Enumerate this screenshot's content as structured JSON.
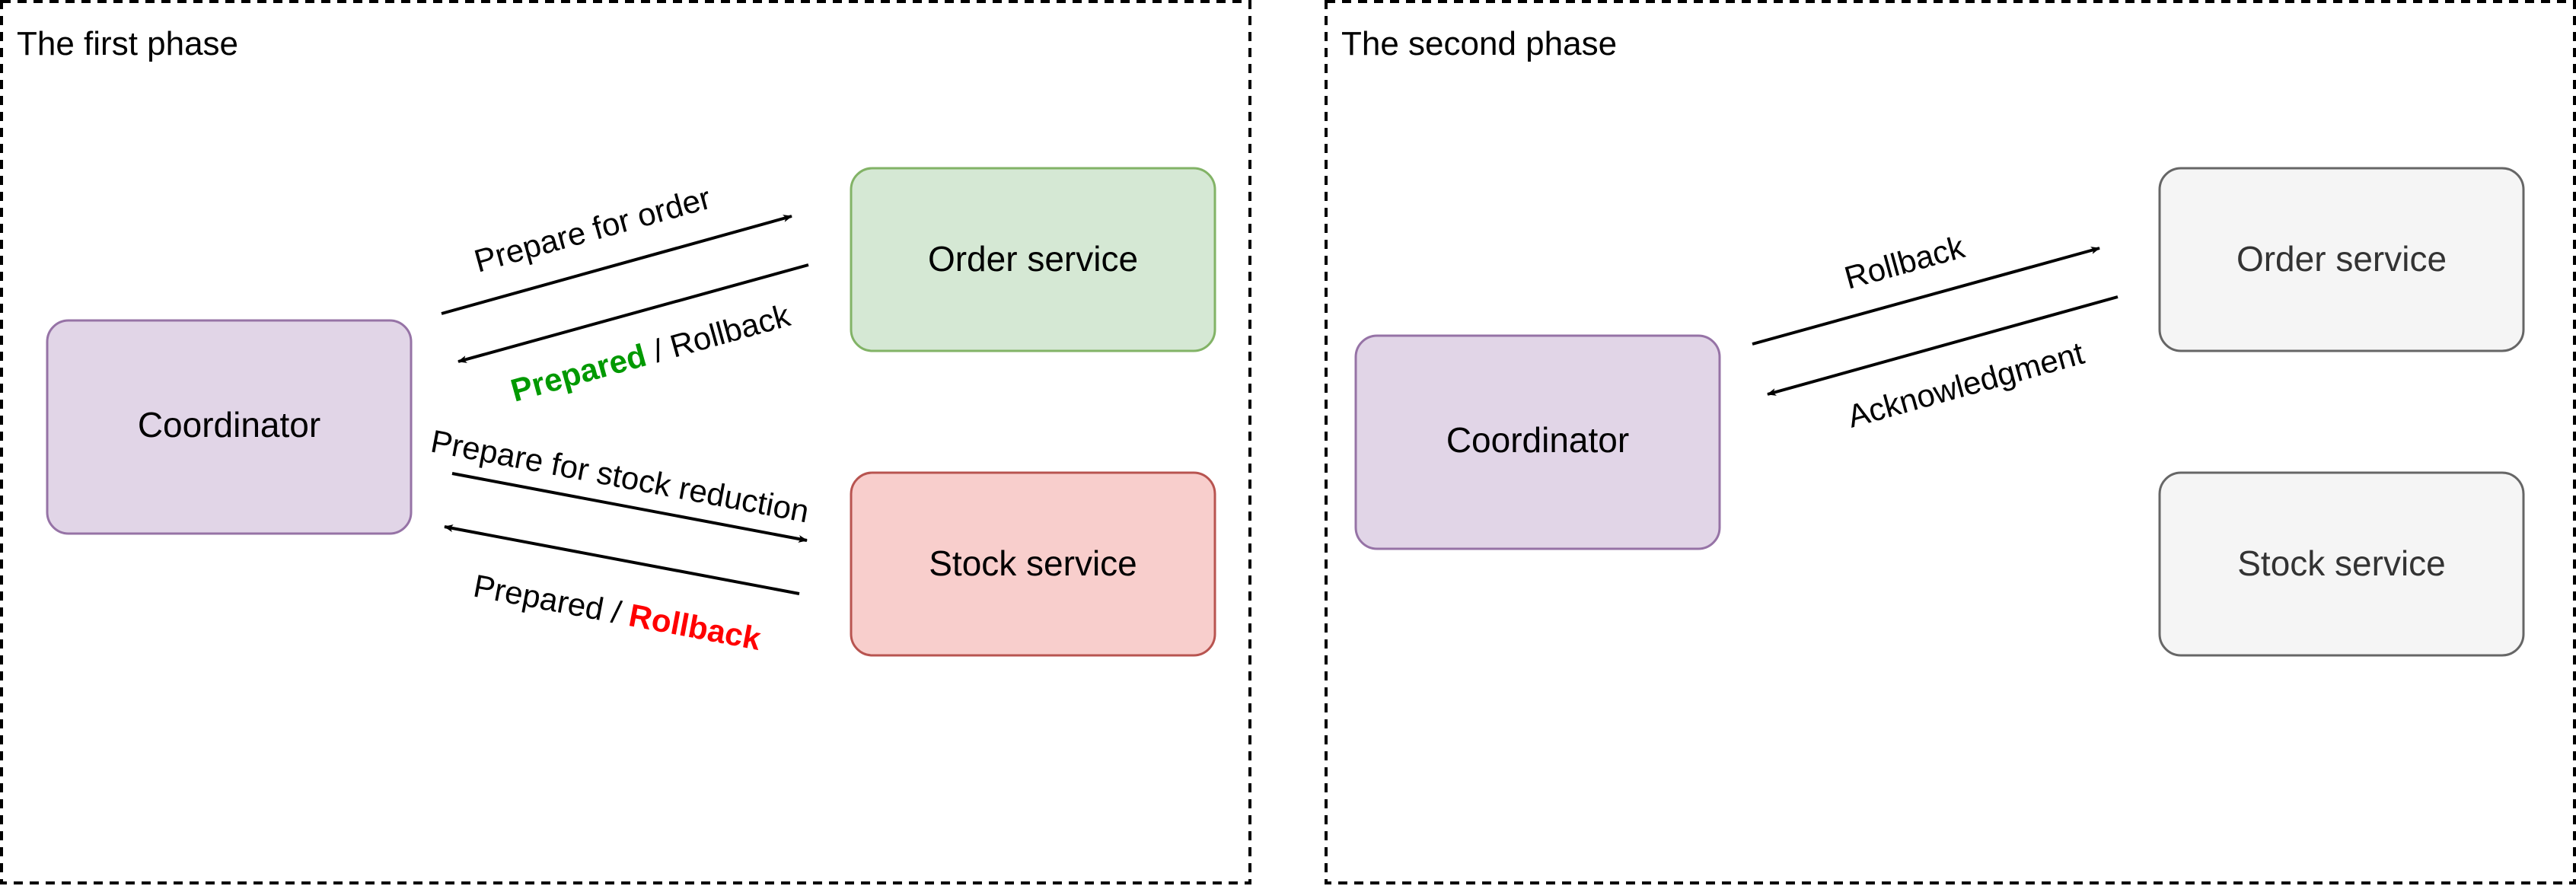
{
  "phase1": {
    "title": "The first phase",
    "coordinator": {
      "label": "Coordinator",
      "fill": "#e1d5e7",
      "stroke": "#9673a6"
    },
    "order_service": {
      "label": "Order service",
      "fill": "#d5e8d4",
      "stroke": "#82b366"
    },
    "stock_service": {
      "label": "Stock service",
      "fill": "#f8cecc",
      "stroke": "#b85450"
    },
    "edges": {
      "prepare_order": "Prepare for order",
      "order_reply_highlight": "Prepared",
      "order_reply_rest": " / Rollback",
      "prepare_stock": "Prepare for stock reduction",
      "stock_reply_rest": "Prepared / ",
      "stock_reply_highlight": "Rollback"
    },
    "colors": {
      "prepared_highlight": "#009900",
      "rollback_highlight": "#ff0000"
    }
  },
  "phase2": {
    "title": "The second phase",
    "coordinator": {
      "label": "Coordinator",
      "fill": "#e1d5e7",
      "stroke": "#9673a6"
    },
    "order_service": {
      "label": "Order service",
      "fill": "#f5f5f5",
      "stroke": "#666666",
      "text_color": "#333333"
    },
    "stock_service": {
      "label": "Stock service",
      "fill": "#f5f5f5",
      "stroke": "#666666",
      "text_color": "#333333"
    },
    "edges": {
      "rollback": "Rollback",
      "acknowledgment": "Acknowledgment"
    }
  }
}
